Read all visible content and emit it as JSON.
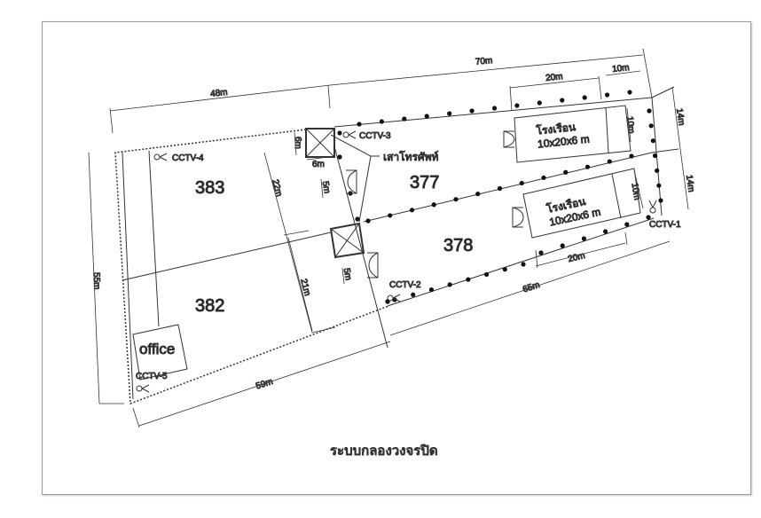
{
  "title": "ระบบกลองวงจรปิด",
  "plots": [
    "383",
    "377",
    "378",
    "382"
  ],
  "office_label": "office",
  "pole_label": "เสาโทรศัพท์",
  "boathouses": [
    {
      "name": "โรงเรือน",
      "size": "10x20x6 m"
    },
    {
      "name": "โรงเรือน",
      "size": "10x20x6 m"
    }
  ],
  "cameras": [
    "CCTV-1",
    "CCTV-2",
    "CCTV-3",
    "CCTV-4",
    "CCTV-5"
  ],
  "dimensions": {
    "top_total": "70m",
    "top_left": "48m",
    "boat_top_length": "20m",
    "boat_top_gap": "10m",
    "boat_top_width": "10m",
    "boat_bottom_width": "10m",
    "boat_bottom_length": "20m",
    "right_top": "14m",
    "right_bottom": "14m",
    "left_height": "55m",
    "bottom_left": "59m",
    "bottom_right": "65m",
    "plot383_depth": "22m",
    "plot382_depth": "21m",
    "pole_box_h": "6m",
    "pole_box_w": "6m",
    "gate_top": "5m",
    "gate_bottom": "5m"
  }
}
